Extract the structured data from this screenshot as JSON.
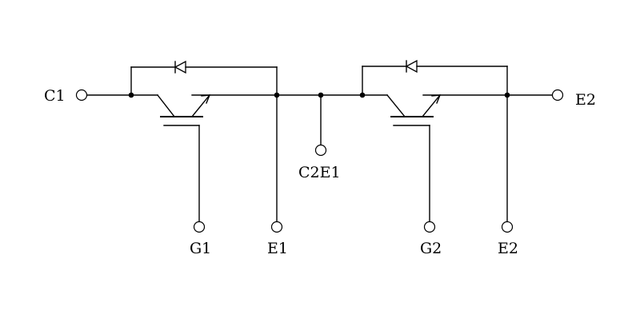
{
  "diagram": {
    "labels": {
      "c1": "C1",
      "e2_right": "E2",
      "c2e1": "C2E1",
      "g1": "G1",
      "e1": "E1",
      "g2": "G2",
      "e2_bottom": "E2"
    }
  }
}
